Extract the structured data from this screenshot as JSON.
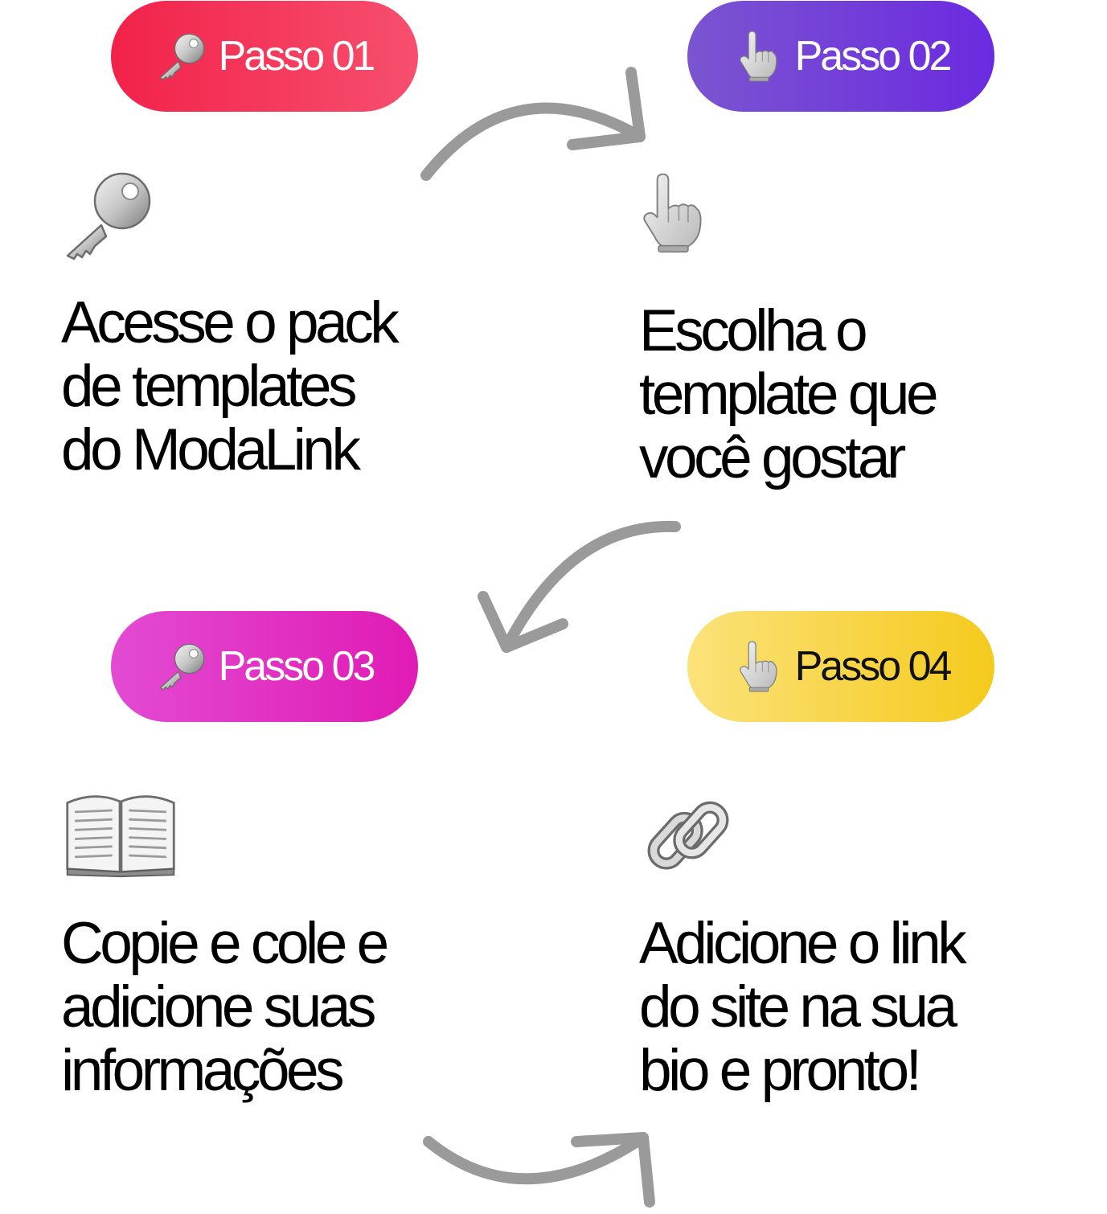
{
  "colors": {
    "step_1": [
      "#f2224a",
      "#f74f6e"
    ],
    "step_2": [
      "#7b55d0",
      "#6b2ae0"
    ],
    "step_3": [
      "#e24bd3",
      "#e01bb4"
    ],
    "step_4": [
      "#fbe27a",
      "#f5ca1d"
    ],
    "arrow": "#9a9a9a"
  },
  "steps": [
    {
      "badge": "Passo 01",
      "badge_icon": "key-icon",
      "icon": "key-icon",
      "lines": [
        "Acesse o pack",
        "de templates",
        "do ModaLink"
      ]
    },
    {
      "badge": "Passo 02",
      "badge_icon": "pointing-hand-icon",
      "icon": "pointing-hand-icon",
      "lines": [
        "Escolha o",
        "template que",
        "você gostar"
      ]
    },
    {
      "badge": "Passo 03",
      "badge_icon": "key-icon",
      "icon": "open-book-icon",
      "lines": [
        "Copie e cole e",
        "adicione suas",
        "informações"
      ]
    },
    {
      "badge": "Passo 04",
      "badge_icon": "pointing-hand-icon",
      "icon": "chain-link-icon",
      "lines": [
        "Adicione o link",
        "do site na sua",
        "bio e pronto!"
      ]
    }
  ]
}
